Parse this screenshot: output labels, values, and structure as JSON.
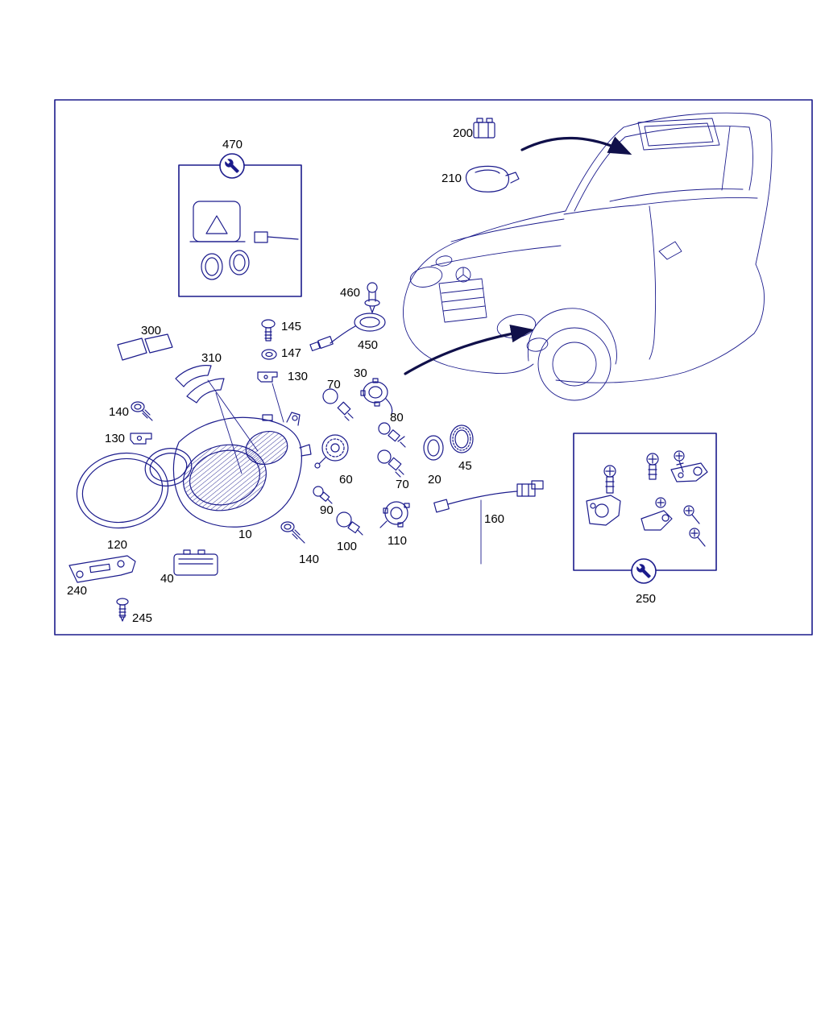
{
  "colors": {
    "bg": "#ffffff",
    "line": "#1b1b8c",
    "arrow": "#10104a",
    "text": "#000000"
  },
  "diagram": {
    "description": "Exploded parts diagram of headlamp assembly with vehicle illustration",
    "icons": {
      "top_box_icon": "wrench-icon",
      "bottom_box_icon": "wrench-icon"
    },
    "labels": {
      "l470": "470",
      "l200": "200",
      "l210": "210",
      "l460": "460",
      "l450": "450",
      "l145": "145",
      "l147": "147",
      "l130a": "130",
      "l300": "300",
      "l310": "310",
      "l140a": "140",
      "l130b": "130",
      "l70a": "70",
      "l30": "30",
      "l80": "80",
      "l45": "45",
      "l20": "20",
      "l70b": "70",
      "l60": "60",
      "l90": "90",
      "l10": "10",
      "l100": "100",
      "l110": "110",
      "l160": "160",
      "l120": "120",
      "l140b": "140",
      "l40": "40",
      "l240": "240",
      "l245": "245",
      "l250": "250"
    }
  }
}
